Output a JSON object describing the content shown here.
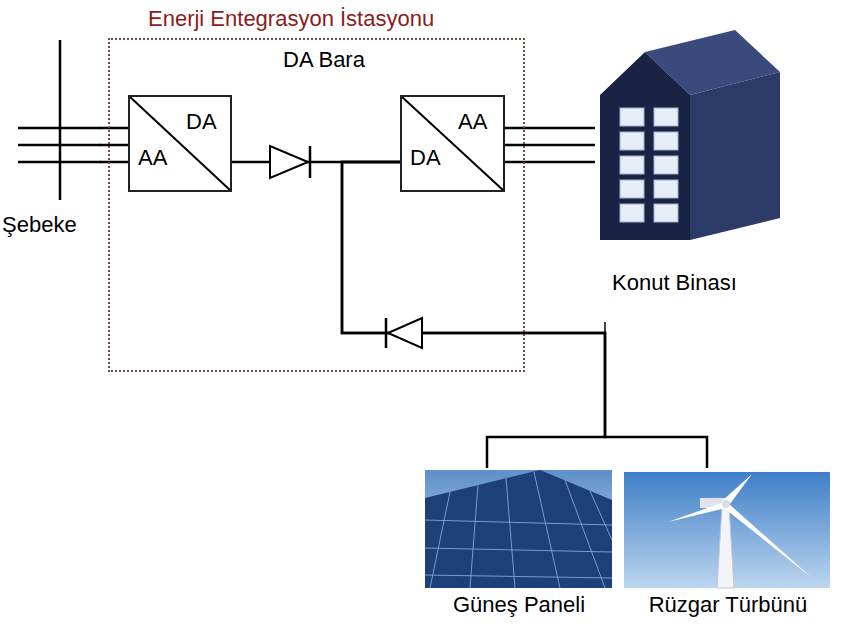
{
  "diagram": {
    "nodes": [
      {
        "text": [
          "Enerji Entegrasyon İstasyonu"
        ]
      },
      {
        "text": [
          "DA",
          "AA"
        ],
        "in": 0
      },
      {
        "text": [
          "AA",
          "DA"
        ],
        "in": 0
      },
      {
        "text": [
          "Şebeke"
        ]
      },
      {
        "text": [
          "Konut Binası"
        ]
      },
      {
        "text": [
          "Güneş Paneli"
        ]
      },
      {
        "text": [
          "Rüzgar Türbünü"
        ]
      }
    ],
    "edges": [
      {
        "from": 3,
        "to": 1,
        "arrow": "none"
      },
      {
        "from": 1,
        "to": 2,
        "arrow": "none"
      },
      {
        "from": 2,
        "to": 4,
        "arrow": "none"
      },
      {
        "from": 5,
        "to": 2,
        "arrow": "none"
      },
      {
        "from": 6,
        "to": 2,
        "arrow": "none"
      }
    ],
    "labels": [
      "DA Bara"
    ]
  }
}
